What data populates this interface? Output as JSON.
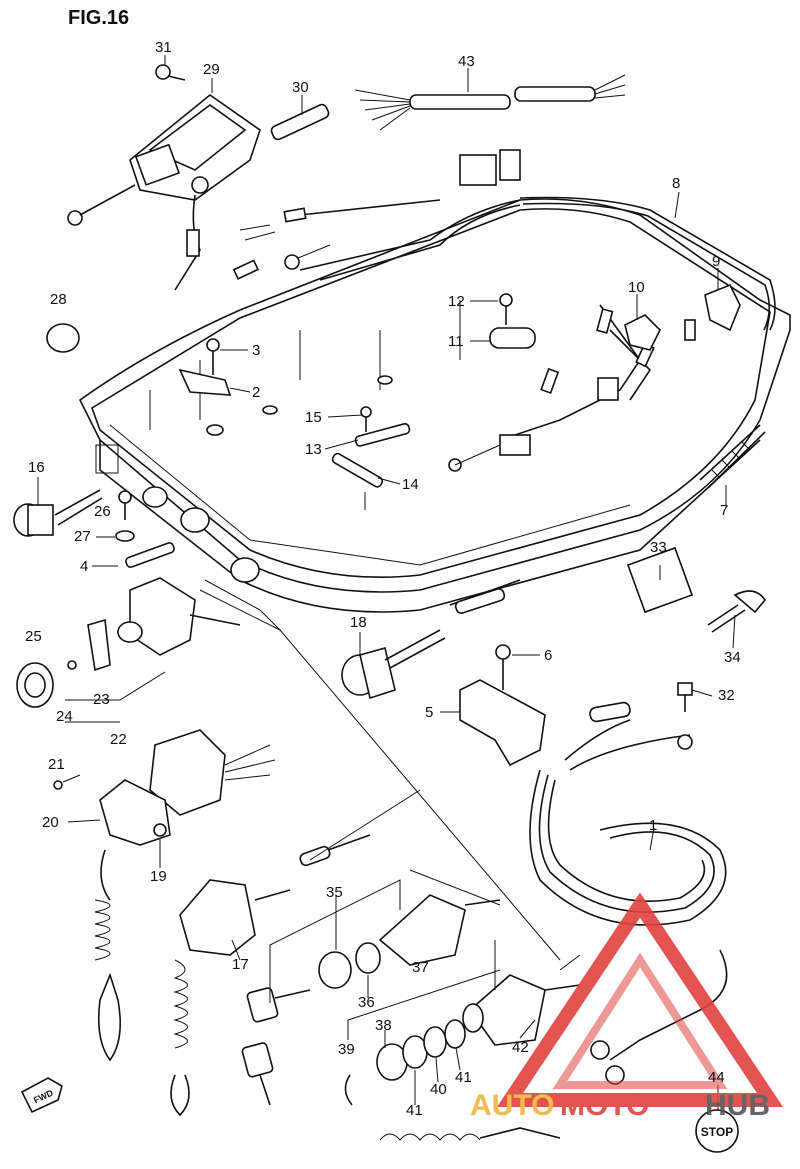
{
  "figure": {
    "title": "FIG.16"
  },
  "callouts": [
    {
      "id": "c1",
      "text": "1"
    },
    {
      "id": "c2",
      "text": "2"
    },
    {
      "id": "c3",
      "text": "3"
    },
    {
      "id": "c4",
      "text": "4"
    },
    {
      "id": "c5",
      "text": "5"
    },
    {
      "id": "c6",
      "text": "6"
    },
    {
      "id": "c7",
      "text": "7"
    },
    {
      "id": "c8",
      "text": "8"
    },
    {
      "id": "c9",
      "text": "9"
    },
    {
      "id": "c10",
      "text": "10"
    },
    {
      "id": "c11",
      "text": "11"
    },
    {
      "id": "c12",
      "text": "12"
    },
    {
      "id": "c13",
      "text": "13"
    },
    {
      "id": "c14",
      "text": "14"
    },
    {
      "id": "c15",
      "text": "15"
    },
    {
      "id": "c16",
      "text": "16"
    },
    {
      "id": "c17",
      "text": "17"
    },
    {
      "id": "c18",
      "text": "18"
    },
    {
      "id": "c19",
      "text": "19"
    },
    {
      "id": "c20",
      "text": "20"
    },
    {
      "id": "c21",
      "text": "21"
    },
    {
      "id": "c22",
      "text": "22"
    },
    {
      "id": "c23",
      "text": "23"
    },
    {
      "id": "c24",
      "text": "24"
    },
    {
      "id": "c25",
      "text": "25"
    },
    {
      "id": "c26",
      "text": "26"
    },
    {
      "id": "c27",
      "text": "27"
    },
    {
      "id": "c28",
      "text": "28"
    },
    {
      "id": "c29",
      "text": "29"
    },
    {
      "id": "c30",
      "text": "30"
    },
    {
      "id": "c31",
      "text": "31"
    },
    {
      "id": "c32",
      "text": "32"
    },
    {
      "id": "c33",
      "text": "33"
    },
    {
      "id": "c34",
      "text": "34"
    },
    {
      "id": "c35",
      "text": "35"
    },
    {
      "id": "c36",
      "text": "36"
    },
    {
      "id": "c37",
      "text": "37"
    },
    {
      "id": "c38",
      "text": "38"
    },
    {
      "id": "c39",
      "text": "39"
    },
    {
      "id": "c40",
      "text": "40"
    },
    {
      "id": "c41a",
      "text": "41"
    },
    {
      "id": "c41b",
      "text": "41"
    },
    {
      "id": "c42",
      "text": "42"
    },
    {
      "id": "c43",
      "text": "43"
    },
    {
      "id": "c44",
      "text": "44"
    }
  ],
  "fwd_arrow": {
    "label": "FWD"
  },
  "stop_button": {
    "label": "STOP"
  },
  "watermark": {
    "brand_a": "AUTO",
    "brand_b": "MOTO",
    "brand_c": "HUB"
  },
  "colors": {
    "line": "#111111",
    "watermark_red": "#e0413c",
    "watermark_gray": "#555555",
    "watermark_gold": "#f0b43c"
  }
}
